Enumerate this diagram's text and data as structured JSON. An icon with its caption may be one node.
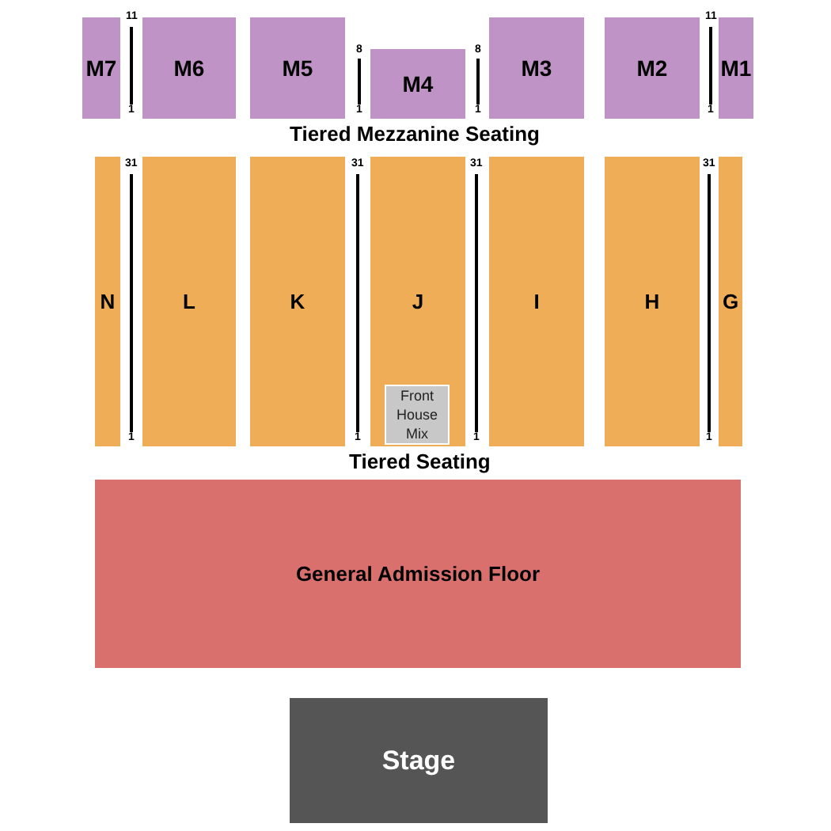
{
  "diagram": {
    "nodes": [
      {
        "text": [
          "M7"
        ]
      },
      {
        "text": [
          "M6"
        ]
      },
      {
        "text": [
          "M5"
        ]
      },
      {
        "text": [
          "M4"
        ]
      },
      {
        "text": [
          "M3"
        ]
      },
      {
        "text": [
          "M2"
        ]
      },
      {
        "text": [
          "M1"
        ]
      },
      {
        "text": [
          "N"
        ]
      },
      {
        "text": [
          "L"
        ]
      },
      {
        "text": [
          "K"
        ]
      },
      {
        "text": [
          "J"
        ]
      },
      {
        "text": [
          "I"
        ]
      },
      {
        "text": [
          "H"
        ]
      },
      {
        "text": [
          "G"
        ]
      },
      {
        "text": [
          "Front House Mix"
        ],
        "in": 10
      },
      {
        "text": [
          "General Admission Floor"
        ]
      },
      {
        "text": [
          "Stage"
        ]
      }
    ],
    "edges": [],
    "labels": [
      "11",
      "1",
      "8",
      "1",
      "8",
      "1",
      "11",
      "1",
      "Tiered Mezzanine Seating",
      "31",
      "1",
      "31",
      "1",
      "31",
      "1",
      "31",
      "1",
      "Tiered Seating"
    ]
  }
}
